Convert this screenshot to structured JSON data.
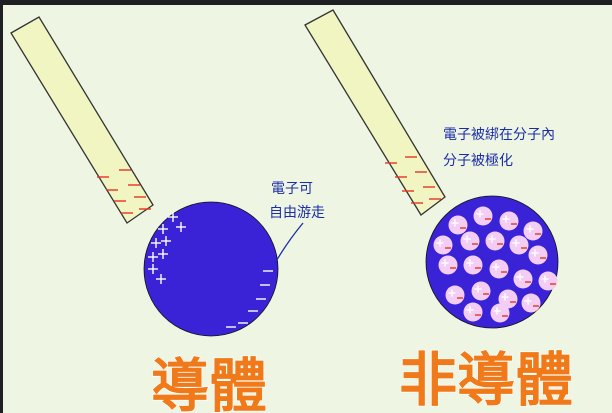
{
  "conductor": {
    "title": "導體",
    "note_line1": "電子可",
    "note_line2": "自由游走"
  },
  "insulator": {
    "title": "非導體",
    "note_line1": "電子被綁在分子內",
    "note_line2": "分子被極化"
  },
  "colors": {
    "background": "#eef5e2",
    "rod": "#f0f5c2",
    "sphere": "#3a23d6",
    "positive": "#ffffff",
    "negative": "#e83424",
    "molecule": "#f3cdf3",
    "note_text": "#1b2ea8",
    "title": "#f07a1a"
  }
}
